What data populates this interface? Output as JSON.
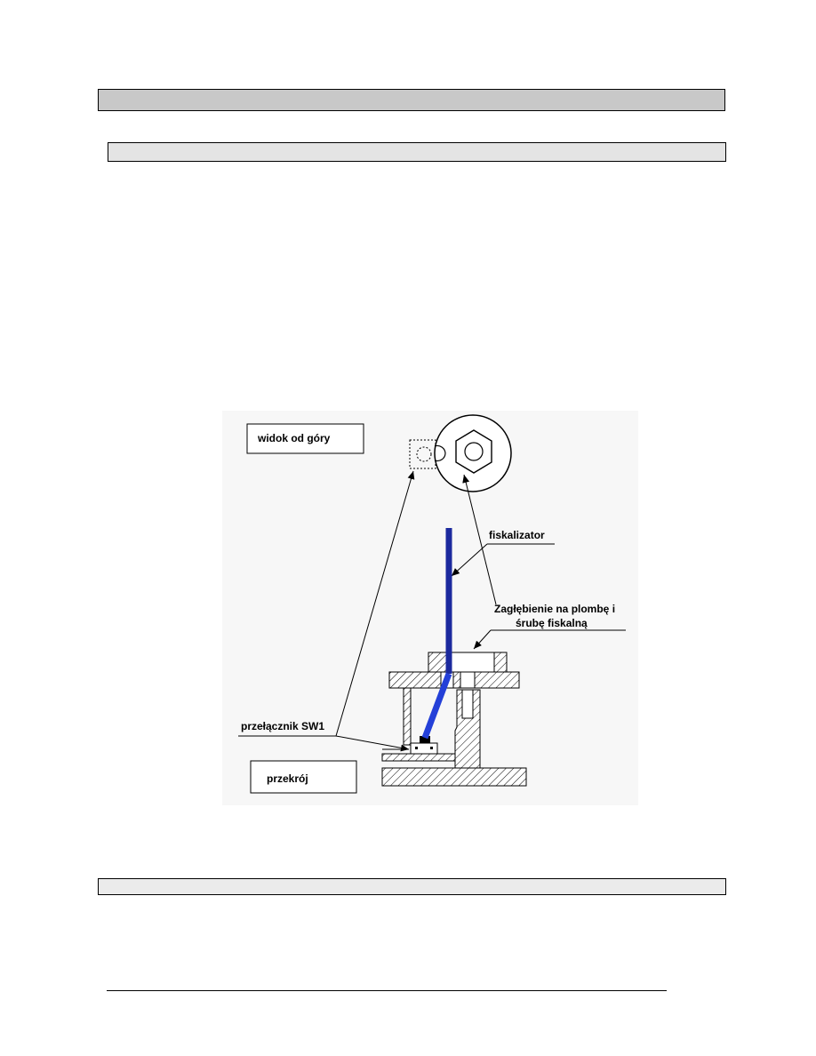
{
  "figure": {
    "top_view_label": "widok od góry",
    "fiscalizer_label": "fiskalizator",
    "recess_label_line1": "Zagłębienie na plombę i",
    "recess_label_line2": "śrubę fiskalną",
    "switch_label": "przełącznik SW1",
    "section_label": "przekrój",
    "colors": {
      "rod": "#1c2a9e",
      "rod_bent": "#2440d8",
      "background": "#f7f7f7"
    }
  }
}
